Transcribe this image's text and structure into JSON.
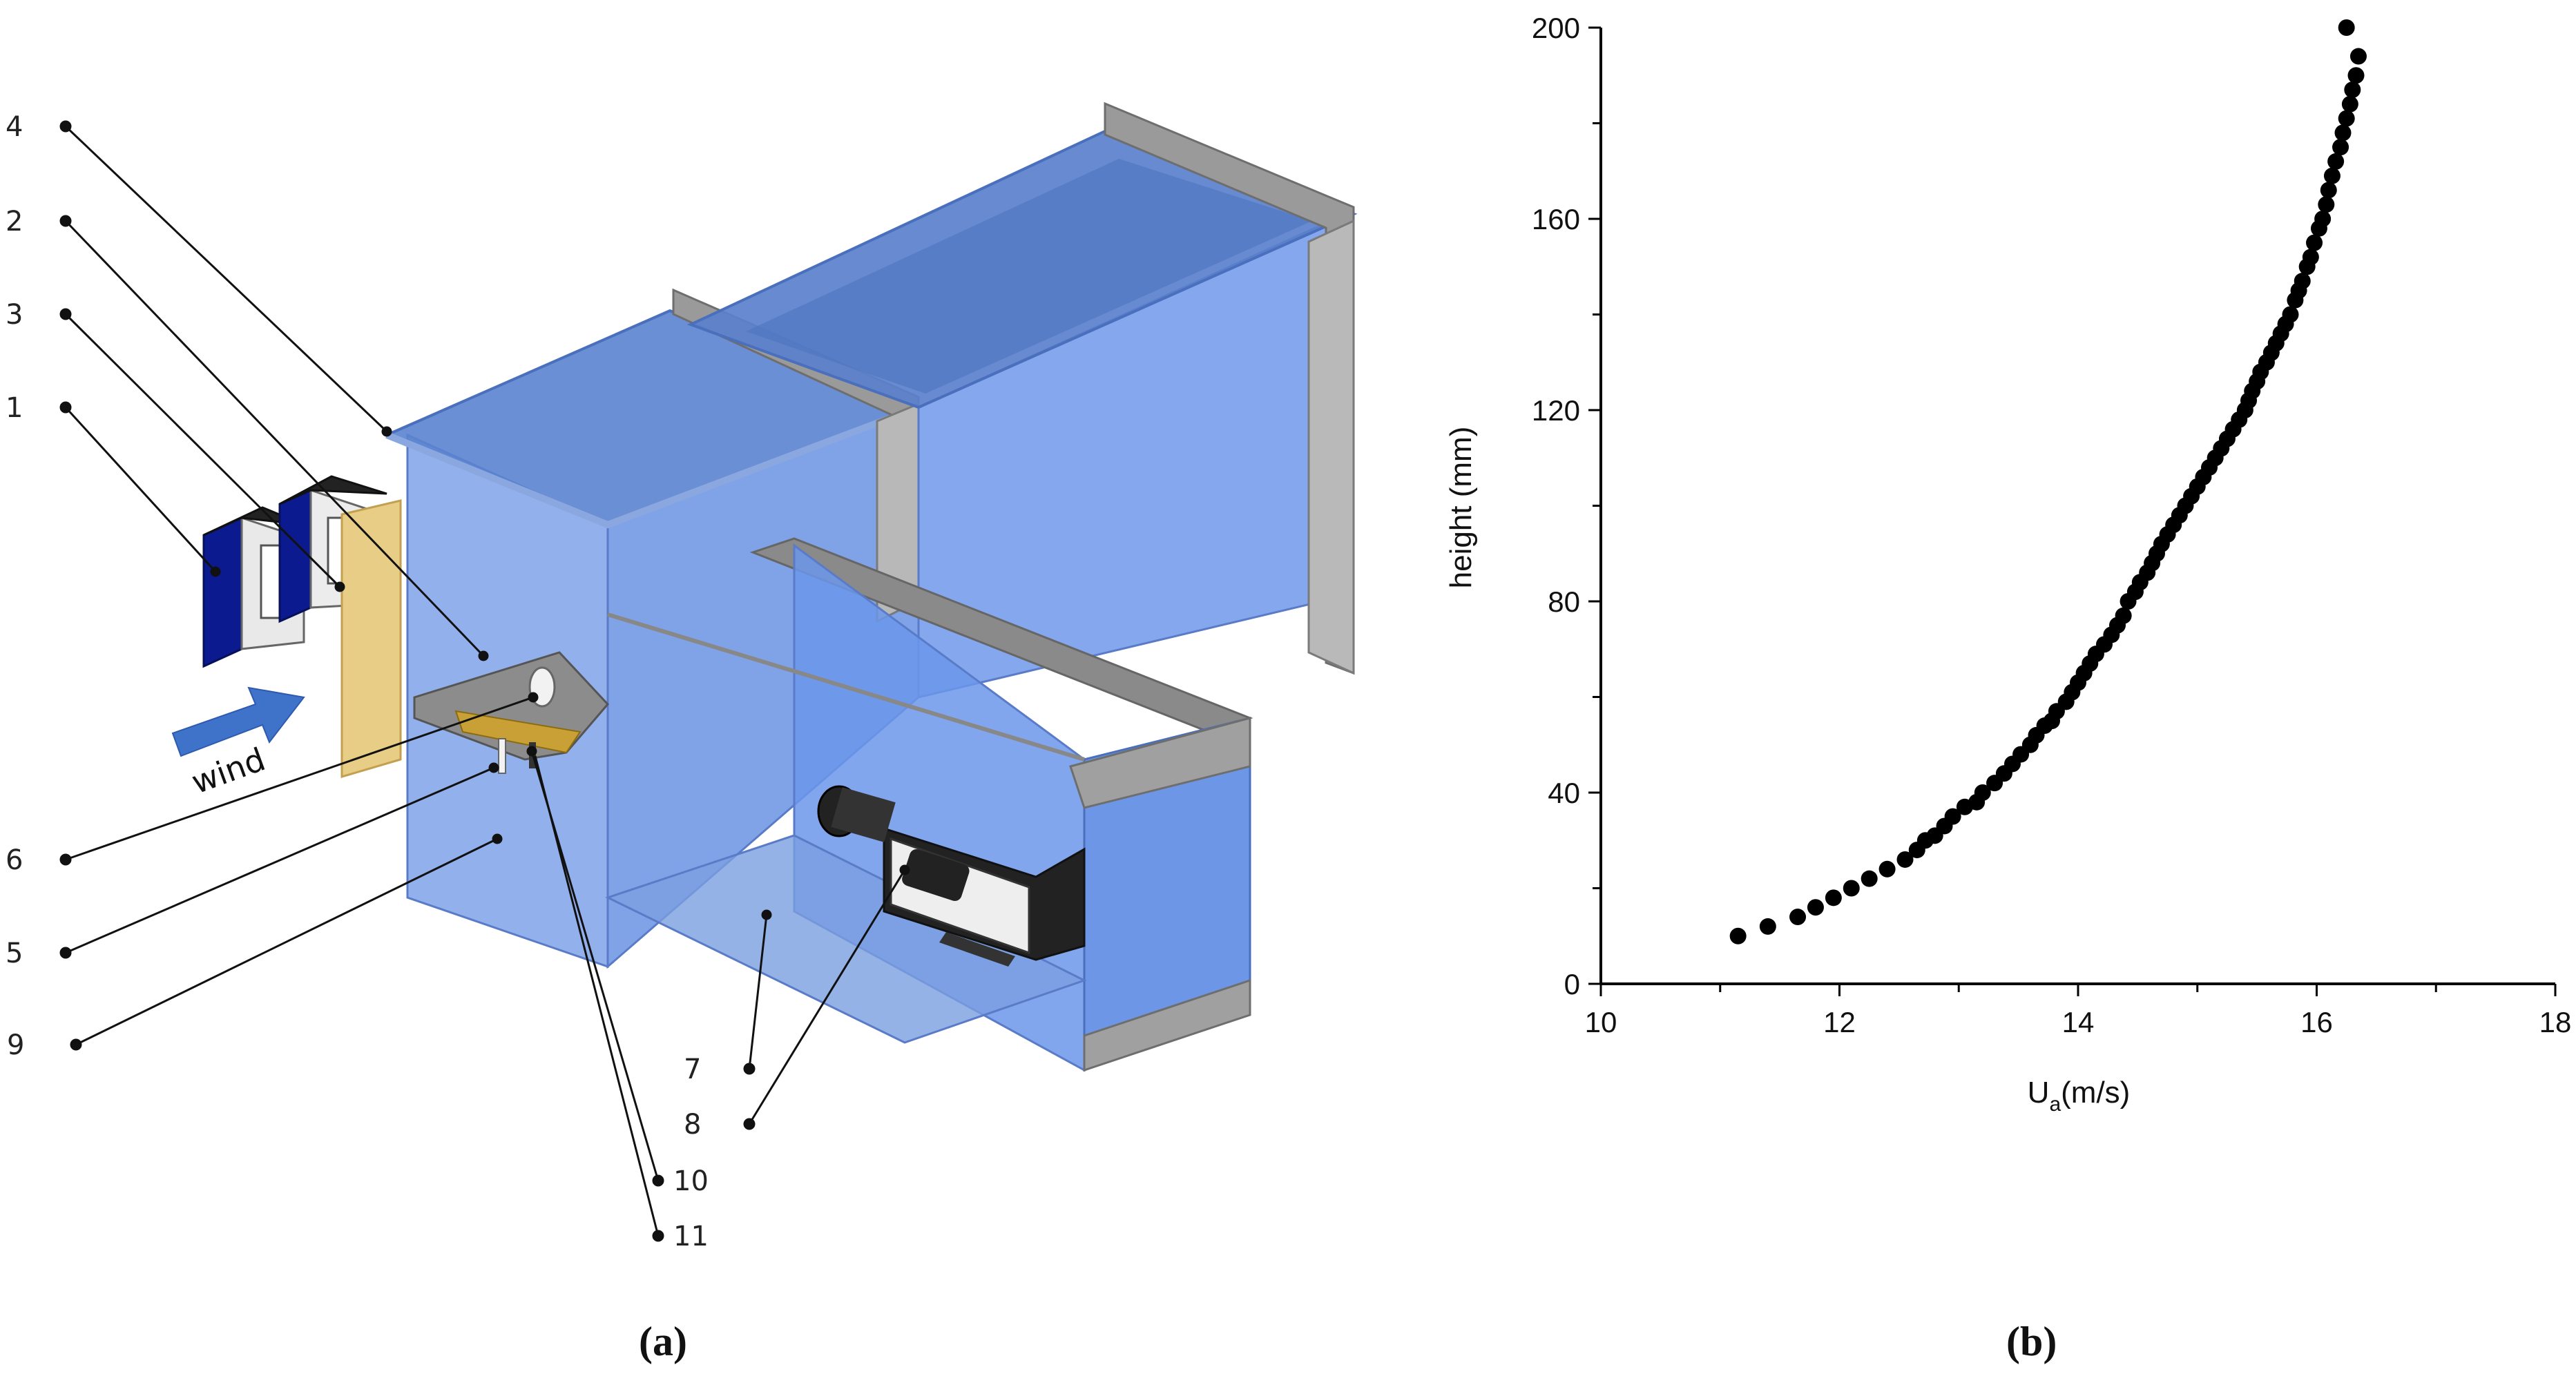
{
  "panel_a": {
    "caption": "(a)",
    "wind_label": "wind",
    "callouts": [
      "4",
      "2",
      "3",
      "1",
      "6",
      "5",
      "9",
      "7",
      "8",
      "10",
      "11"
    ],
    "colors": {
      "channel_blue": "#5b8fdf",
      "frame_gray": "#a9a9a9",
      "honeycomb_navy": "#0b1b8f",
      "mesh_tan": "#e8cd86",
      "arrow_blue": "#3f72c9"
    }
  },
  "panel_b": {
    "caption": "(b)"
  },
  "chart_data": {
    "type": "scatter",
    "title": "",
    "xlabel": "U",
    "xlabel_subscript": "a",
    "xlabel_unit": "(m/s)",
    "ylabel": "height (mm)",
    "xlim": [
      10,
      18
    ],
    "ylim": [
      0,
      200
    ],
    "xticks": [
      "10",
      "12",
      "14",
      "16",
      "18"
    ],
    "yticks": [
      "0",
      "40",
      "80",
      "120",
      "160",
      "200"
    ],
    "grid": false,
    "marker_color": "#000000",
    "series": [
      {
        "x": [
          11.15,
          11.4,
          11.65,
          11.8,
          11.95,
          12.1,
          12.25,
          12.4,
          12.55,
          12.65,
          12.72,
          12.8,
          12.88,
          12.95,
          13.05,
          13.15,
          13.2,
          13.3,
          13.38,
          13.45,
          13.52,
          13.6,
          13.65,
          13.72,
          13.78,
          13.82,
          13.9,
          13.95,
          14.0,
          14.05,
          14.1,
          14.15,
          14.22,
          14.28,
          14.33,
          14.38,
          14.42,
          14.48,
          14.52,
          14.58,
          14.62,
          14.66,
          14.7,
          14.75,
          14.8,
          14.85,
          14.9,
          14.95,
          15.0,
          15.05,
          15.1,
          15.15,
          15.2,
          15.25,
          15.3,
          15.35,
          15.4,
          15.43,
          15.46,
          15.5,
          15.53,
          15.58,
          15.62,
          15.66,
          15.7,
          15.74,
          15.78,
          15.82,
          15.85,
          15.88,
          15.92,
          15.95,
          15.98,
          16.02,
          16.05,
          16.08,
          16.1,
          16.13,
          16.16,
          16.2,
          16.22,
          16.25,
          16.28,
          16.3,
          16.33,
          16.35,
          16.25
        ],
        "y": [
          10,
          12,
          14,
          16,
          18,
          20,
          22,
          24,
          26,
          28,
          30,
          31,
          33,
          35,
          37,
          38,
          40,
          42,
          44,
          46,
          48,
          50,
          52,
          54,
          55,
          57,
          59,
          61,
          63,
          65,
          67,
          69,
          71,
          73,
          75,
          77,
          80,
          82,
          84,
          86,
          88,
          90,
          92,
          94,
          96,
          98,
          100,
          102,
          104,
          106,
          108,
          110,
          112,
          114,
          116,
          118,
          120,
          122,
          124,
          126,
          128,
          130,
          132,
          134,
          136,
          138,
          140,
          143,
          145,
          147,
          150,
          152,
          155,
          158,
          160,
          163,
          166,
          169,
          172,
          175,
          178,
          181,
          184,
          187,
          190,
          194,
          200
        ]
      }
    ]
  }
}
